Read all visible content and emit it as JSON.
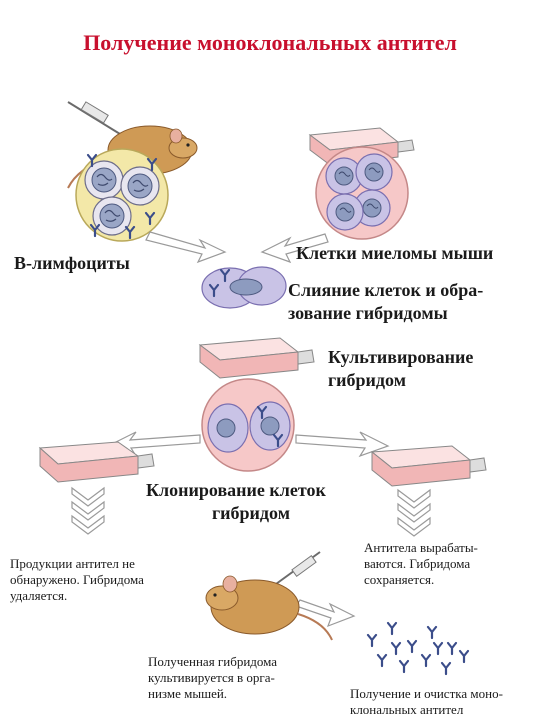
{
  "title": "Получение моноклональных антител",
  "labels": {
    "b_lymphocytes": "В-лимфоциты",
    "myeloma": "Клетки миеломы мыши",
    "fusion_1": "Слияние клеток и обра-",
    "fusion_2": "зование гибридомы",
    "cultivation_1": "Культивирование",
    "cultivation_2": "гибридом",
    "cloning_1": "Клонирование клеток",
    "cloning_2": "гибридом",
    "no_ab_1": "Продукции антител не",
    "no_ab_2": "обнаружено. Гибридома",
    "no_ab_3": "удаляется.",
    "yes_ab_1": "Антитела вырабаты-",
    "yes_ab_2": "ваются. Гибридома",
    "yes_ab_3": "сохраняется.",
    "mouse_1": "Полученная гибридома",
    "mouse_2": "культивируется в орга-",
    "mouse_3": "низме мышей.",
    "purify_1": "Получение и очистка моно-",
    "purify_2": "клональных антител"
  },
  "colors": {
    "title": "#c8102e",
    "b_cell_circle": "#f3e8a8",
    "myeloma_circle": "#f6c8c8",
    "dish_medium": "#f1b6b6",
    "cell_body": "#c9c3e6",
    "antibody": "#3b4d8a",
    "mouse": "#cf9a55"
  }
}
